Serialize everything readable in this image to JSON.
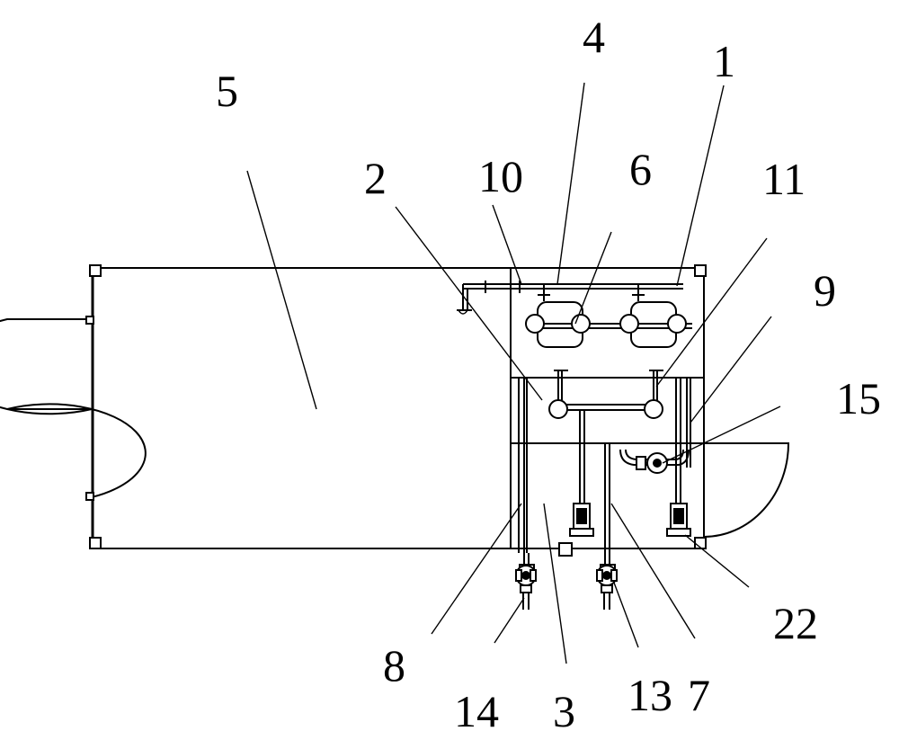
{
  "labels": [
    {
      "id": "1",
      "text": "1"
    },
    {
      "id": "2",
      "text": "2"
    },
    {
      "id": "3",
      "text": "3"
    },
    {
      "id": "4",
      "text": "4"
    },
    {
      "id": "5",
      "text": "5"
    },
    {
      "id": "6",
      "text": "6"
    },
    {
      "id": "7",
      "text": "7"
    },
    {
      "id": "8",
      "text": "8"
    },
    {
      "id": "9",
      "text": "9"
    },
    {
      "id": "10",
      "text": "10"
    },
    {
      "id": "11",
      "text": "11"
    },
    {
      "id": "13",
      "text": "13"
    },
    {
      "id": "14",
      "text": "14"
    },
    {
      "id": "15",
      "text": "15"
    },
    {
      "id": "22",
      "text": "22"
    }
  ]
}
